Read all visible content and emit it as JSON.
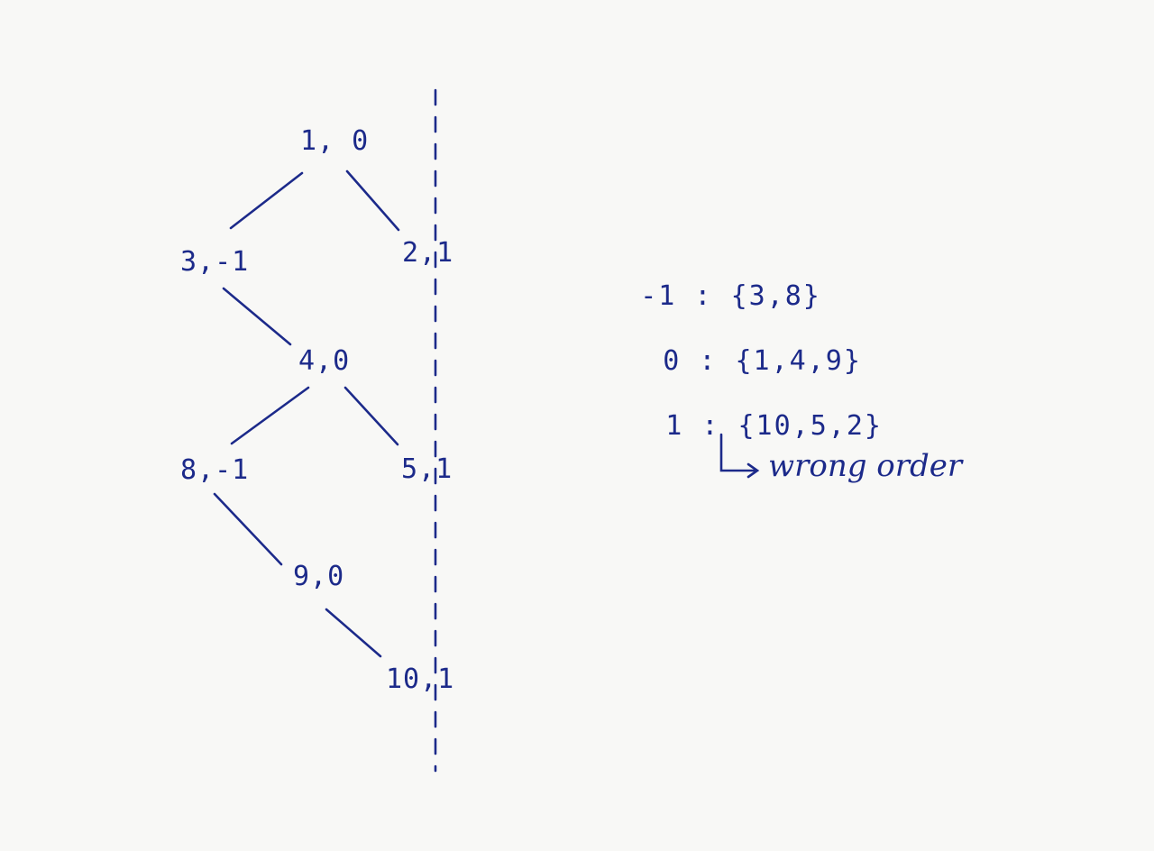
{
  "tree": {
    "nodes": [
      {
        "id": "n1",
        "label": "1, 0"
      },
      {
        "id": "n3",
        "label": "3,-1"
      },
      {
        "id": "n2",
        "label": "2,1"
      },
      {
        "id": "n4",
        "label": "4,0"
      },
      {
        "id": "n8",
        "label": "8,-1"
      },
      {
        "id": "n5",
        "label": "5,1"
      },
      {
        "id": "n9",
        "label": "9,0"
      },
      {
        "id": "n10",
        "label": "10,1"
      }
    ]
  },
  "mapping": {
    "rows": [
      {
        "key": "-1",
        "values": "{3,8}"
      },
      {
        "key": "0",
        "values": "{1,4,9}"
      },
      {
        "key": "1",
        "values": "{10,5,2}"
      }
    ],
    "note": "wrong order"
  },
  "ink_color": "#1c2a8a"
}
